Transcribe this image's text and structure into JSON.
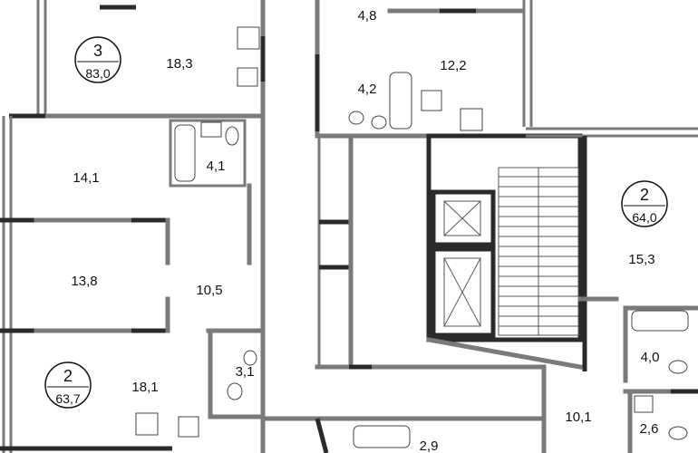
{
  "units": [
    {
      "rooms": "3",
      "area": "83,0"
    },
    {
      "rooms": "2",
      "area": "64,0"
    },
    {
      "rooms": "2",
      "area": "63,7"
    }
  ],
  "rooms": [
    "18,3",
    "4,8",
    "4,2",
    "12,2",
    "14,1",
    "4,1",
    "15,3",
    "13,8",
    "10,5",
    "4,0",
    "3,1",
    "18,1",
    "10,1",
    "2,6",
    "2,9"
  ],
  "colors": {
    "wall": "#7a7a7a",
    "wall_dark": "#2a2a2a"
  }
}
